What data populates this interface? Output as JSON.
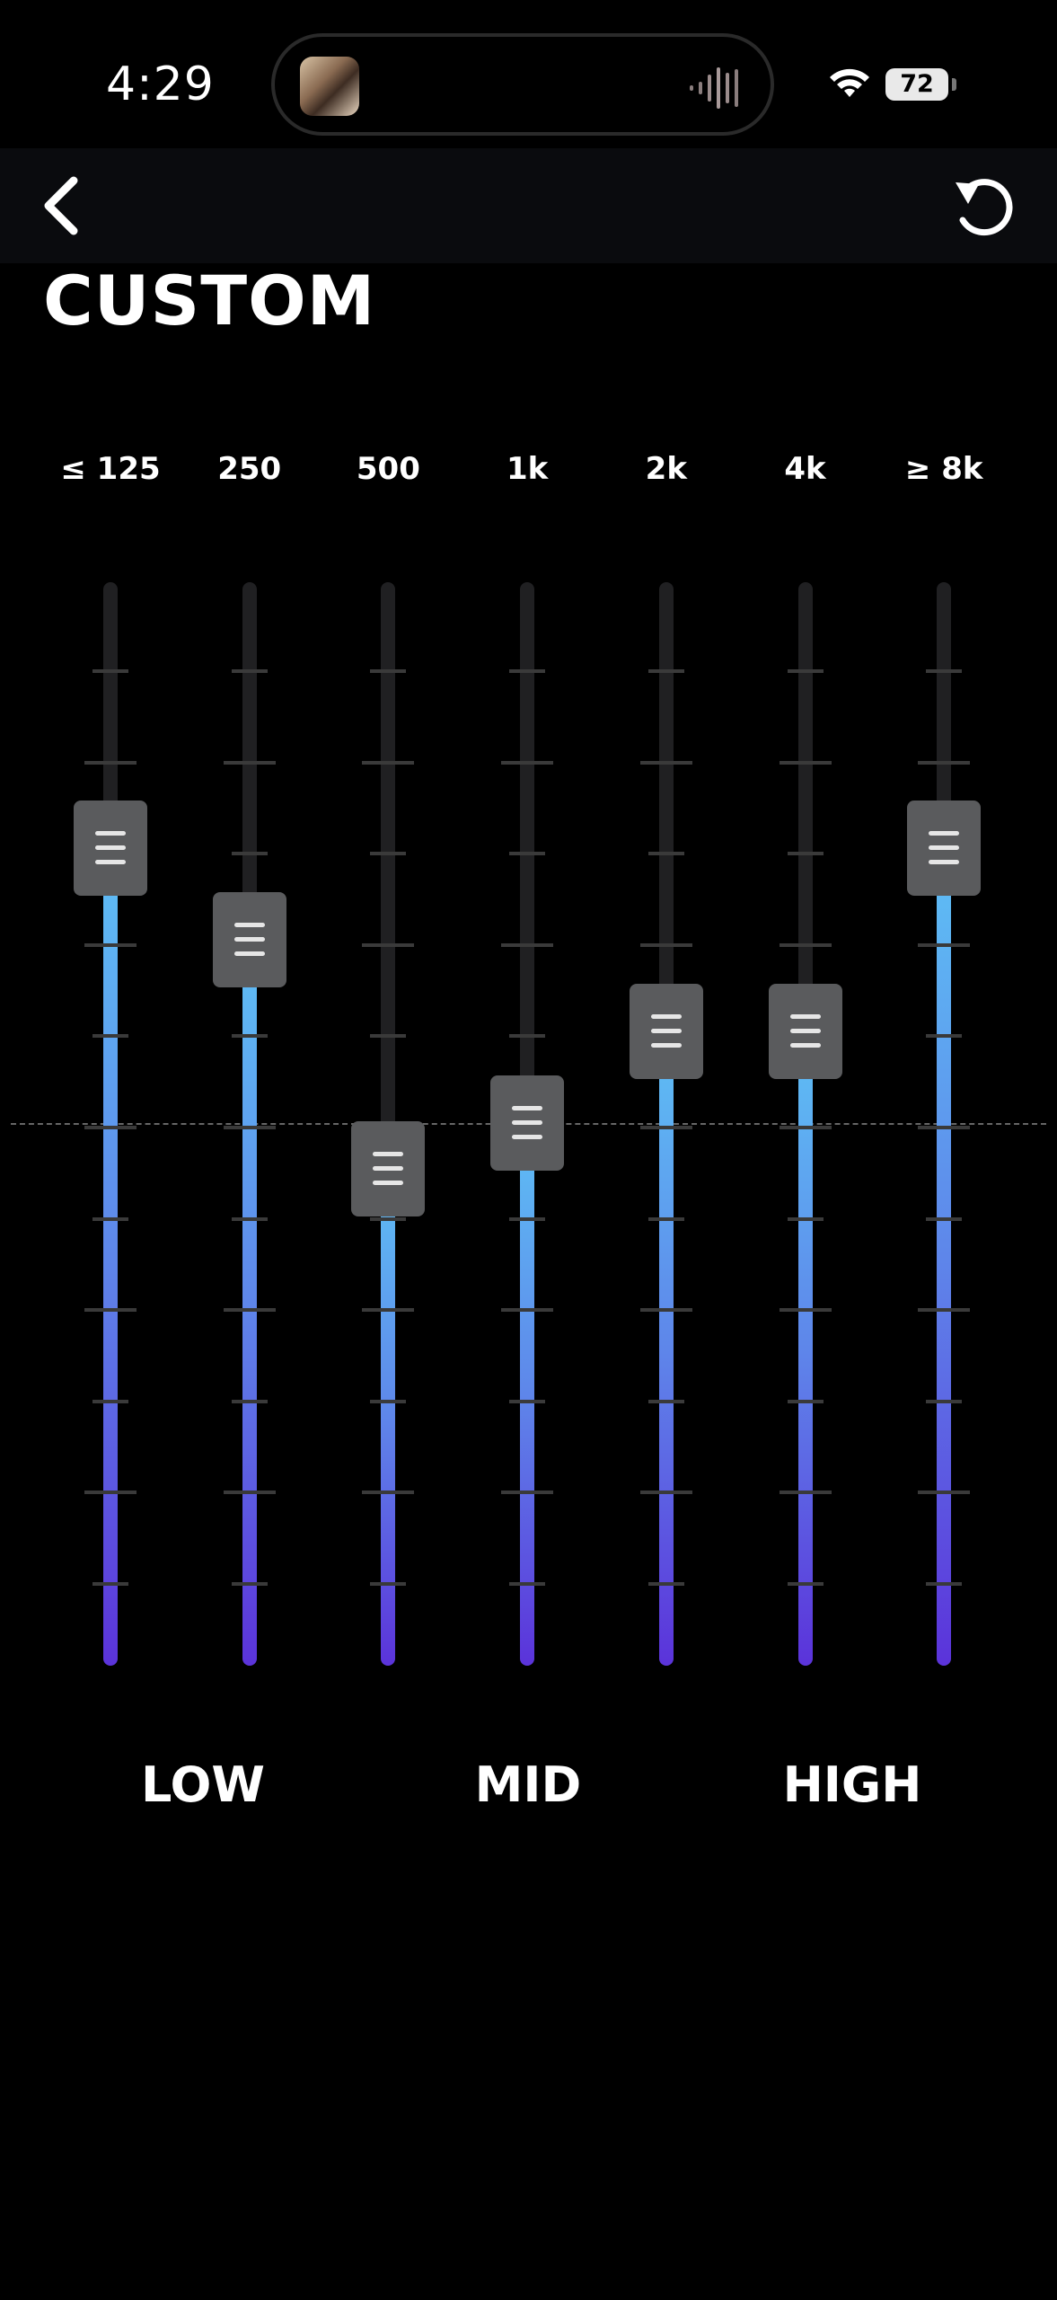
{
  "status_bar": {
    "time": "4:29",
    "battery": "72",
    "icons": [
      "album-art-thumbnail",
      "waveform-icon",
      "wifi-icon",
      "battery-icon"
    ]
  },
  "nav": {
    "back_icon": "chevron-left-icon",
    "reset_icon": "reset-rotate-icon"
  },
  "page": {
    "title": "CUSTOM"
  },
  "equalizer": {
    "colors": {
      "fill_top": "#5ec0f5",
      "fill_mid": "#5e86ea",
      "fill_bottom": "#5b33da",
      "knob": "#5a5b5d",
      "track": "#202022"
    },
    "level_scale": {
      "min": -6,
      "max": 6,
      "zero": 0
    },
    "bands": [
      {
        "label": "≤ 125",
        "level": 3
      },
      {
        "label": "250",
        "level": 2
      },
      {
        "label": "500",
        "level": -0.5
      },
      {
        "label": "1k",
        "level": 0
      },
      {
        "label": "2k",
        "level": 1
      },
      {
        "label": "4k",
        "level": 1
      },
      {
        "label": "≥ 8k",
        "level": 3
      }
    ],
    "ranges": [
      "LOW",
      "MID",
      "HIGH"
    ]
  }
}
